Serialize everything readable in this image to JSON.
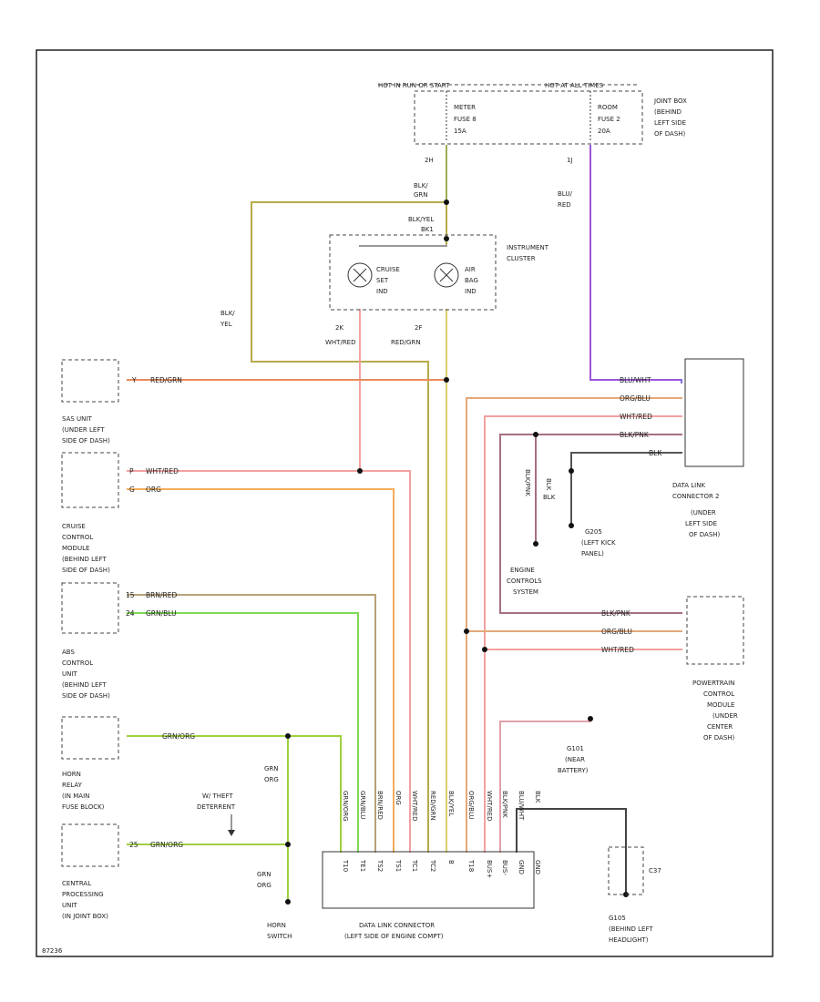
{
  "page_id": "87236",
  "power": {
    "header": "HOT IN RUN OR START",
    "header_right": "HOT AT ALL TIMES",
    "meter_fuse_lines": [
      "METER",
      "FUSE 8",
      "15A"
    ],
    "room_fuse_lines": [
      "ROOM",
      "FUSE 2",
      "20A"
    ],
    "joint_box_lines": [
      "JOINT BOX",
      "(BEHIND",
      "LEFT SIDE",
      "OF DASH)"
    ],
    "pin_left": "2H",
    "pin_right": "1J",
    "wire_meter": [
      "BLK/",
      "GRN"
    ],
    "wire_room": [
      "BLU/",
      "RED"
    ]
  },
  "cluster": {
    "wire_in": [
      "BLK/YEL",
      "BK1"
    ],
    "label_lines": [
      "INSTRUMENT",
      "CLUSTER"
    ],
    "cruise_lines": [
      "CRUISE",
      "SET",
      "IND"
    ],
    "airbag_lines": [
      "AIR",
      "BAG",
      "IND"
    ],
    "pin_cruise": "2K",
    "wire_cruise": "WHT/RED",
    "pin_airbag": "2F",
    "wire_airbag": "RED/GRN",
    "wire_bypass": [
      "BLK/",
      "YEL"
    ]
  },
  "left_modules": [
    {
      "lines": [
        "SAS UNIT",
        "(UNDER LEFT",
        "SIDE OF DASH)"
      ],
      "pins": [
        "Y"
      ],
      "wires": [
        "RED/GRN"
      ]
    },
    {
      "lines": [
        "CRUISE",
        "CONTROL",
        "MODULE",
        "(BEHIND LEFT",
        "SIDE OF DASH)"
      ],
      "pins": [
        "P",
        "G"
      ],
      "wires": [
        "WHT/RED",
        "ORG"
      ]
    },
    {
      "lines": [
        "ABS",
        "CONTROL",
        "UNIT",
        "(BEHIND LEFT",
        "SIDE OF DASH)"
      ],
      "pins": [
        "15",
        "24"
      ],
      "wires": [
        "BRN/RED",
        "GRN/BLU"
      ]
    },
    {
      "lines": [
        "HORN",
        "RELAY",
        "(IN MAIN",
        "FUSE BLOCK)"
      ],
      "pins": [
        ""
      ],
      "wires": [
        "GRN/ORG"
      ]
    },
    {
      "lines": [
        "CENTRAL",
        "PROCESSING",
        "UNIT",
        "(IN JOINT BOX)"
      ],
      "pins": [
        "25"
      ],
      "wires": [
        "GRN/ORG"
      ]
    }
  ],
  "theft": {
    "lines": [
      "W/ THEFT",
      "DETERRENT"
    ]
  },
  "horn": {
    "wire_upper": [
      "GRN",
      "ORG"
    ],
    "wire_lower": [
      "GRN",
      "ORG"
    ],
    "label_lines": [
      "HORN",
      "SWITCH"
    ]
  },
  "dlc2": {
    "wires": [
      "BLU/WHT",
      "ORG/BLU",
      "WHT/RED",
      "BLK/PNK",
      "BLK"
    ],
    "pins": [
      "",
      "",
      "",
      "",
      ""
    ],
    "label_lines": [
      "DATA LINK",
      "CONNECTOR 2",
      "(UNDER",
      "LEFT SIDE",
      "OF DASH)"
    ]
  },
  "ground": {
    "wire": [
      "BLK",
      "BLK"
    ],
    "label_lines": [
      "G205",
      "(LEFT KICK",
      "PANEL)"
    ]
  },
  "engine": {
    "wire": [
      "BLK/PNK"
    ],
    "label_lines": [
      "ENGINE",
      "CONTROLS",
      "SYSTEM"
    ]
  },
  "pcm": {
    "wires": [
      "BLK/PNK",
      "ORG/BLU",
      "WHT/RED"
    ],
    "pins": [
      "",
      "",
      ""
    ],
    "label_lines": [
      "POWERTRAIN",
      "CONTROL",
      "MODULE",
      "(UNDER",
      "CENTER",
      "OF DASH)"
    ]
  },
  "g101": {
    "label_lines": [
      "G101",
      "(NEAR",
      "BATTERY)"
    ]
  },
  "g105": {
    "pin": "C37",
    "label_lines": [
      "G105",
      "(BEHIND LEFT",
      "HEADLIGHT)"
    ]
  },
  "dlc": {
    "label_lines": [
      "DATA LINK CONNECTOR",
      "(LEFT SIDE OF ENGINE COMPT)"
    ],
    "pins": [
      "T10",
      "TE1",
      "TS2",
      "TS1",
      "TC1",
      "TC2",
      "B",
      "T18",
      "BUS+",
      "BUS-",
      "GND",
      "GND"
    ],
    "vert_wires": [
      "GRN/ORG",
      "GRN/BLU",
      "BRN/RED",
      "ORG",
      "WHT/RED",
      "RED/GRN",
      "BLK/YEL",
      "ORG/BLU",
      "WHT/RED",
      "BLK/PNK",
      "BLU/WHT",
      "BLK"
    ]
  },
  "colors": {
    "grn_org": "#9ecf3f",
    "grn_blu": "#7ed957",
    "brn_red": "#b8a27a",
    "org": "#f4ad5a",
    "wht_red": "#f3a0a0",
    "red_grn": "#d9cf6a",
    "blk_yel": "#b7ab4a",
    "blk_grn": "#a0ad55",
    "org_blu": "#e6a878",
    "blk_pnk": "#a57080",
    "blu_wht": "#7c6fe0",
    "blu_red": "#9a55d8",
    "sas": "#e98b5c",
    "blk": "#333333"
  }
}
